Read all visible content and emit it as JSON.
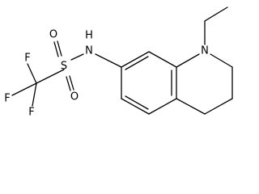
{
  "molecule": {
    "atoms": {
      "f1": "F",
      "f2": "F",
      "f3": "F",
      "s": "S",
      "o1": "O",
      "o2": "O",
      "nh_n": "N",
      "nh_h": "H",
      "n_ring": "N"
    }
  }
}
